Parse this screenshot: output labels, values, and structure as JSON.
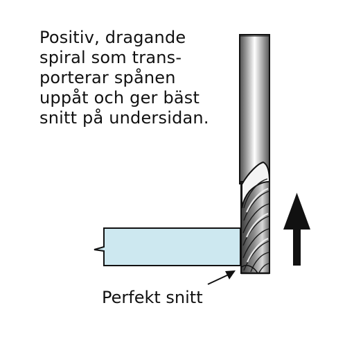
{
  "description": {
    "lines": [
      "Positiv, dragande",
      "spiral som trans-",
      "porterar spånen",
      "uppåt och ger bäst",
      "snitt på undersidan."
    ]
  },
  "callout": {
    "label": "Perfekt snitt"
  },
  "colors": {
    "workpiece": "#cde8f0",
    "outline": "#111111",
    "bit_dark": "#6e6e6e",
    "bit_light": "#ffffff"
  },
  "icons": {
    "router_bit": "spiral-router-bit-icon",
    "direction_arrow": "arrow-up-icon",
    "pointer_arrow": "pointer-arrow-icon"
  }
}
